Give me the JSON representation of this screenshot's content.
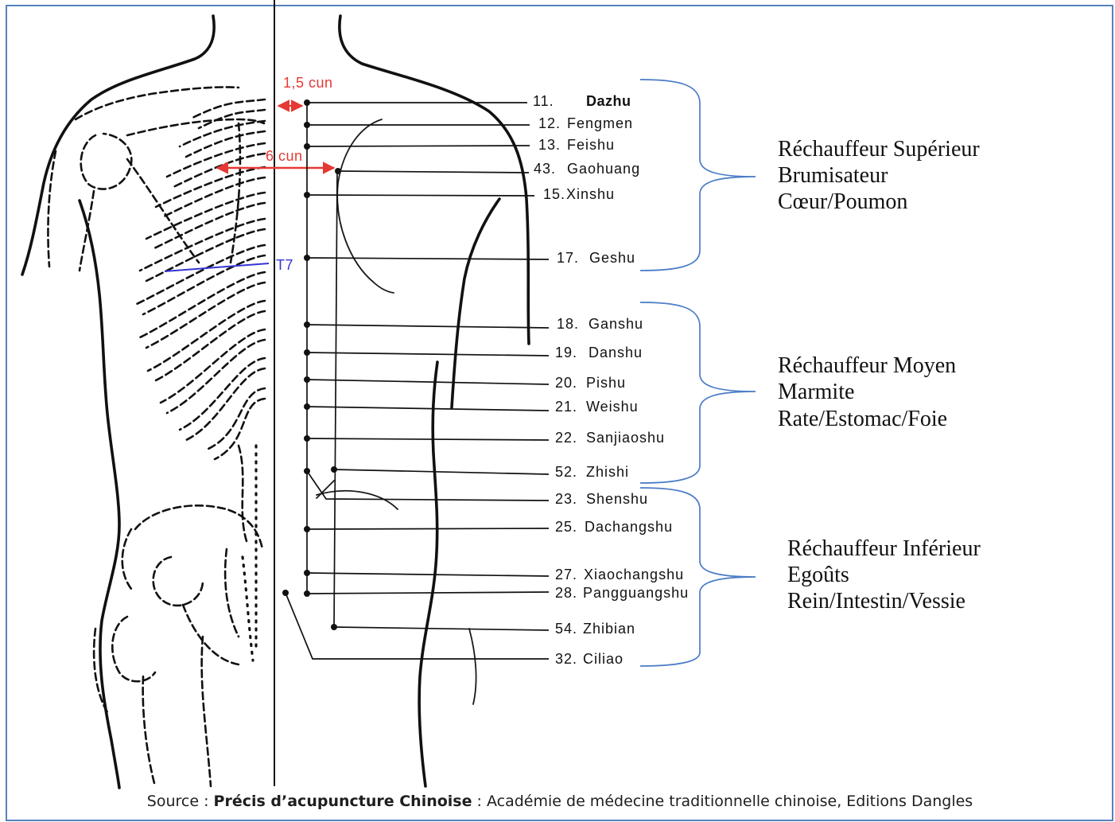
{
  "measures": {
    "upper": "1,5 cun",
    "lower": "6 cun"
  },
  "vertebra": "T7",
  "points": [
    {
      "number": "11.",
      "name": "Dazhu"
    },
    {
      "number": "12.",
      "name": "Fengmen"
    },
    {
      "number": "13.",
      "name": "Feishu"
    },
    {
      "number": "43.",
      "name": "Gaohuang"
    },
    {
      "number": "15.",
      "name": "Xinshu"
    },
    {
      "number": "17.",
      "name": "Geshu"
    },
    {
      "number": "18.",
      "name": "Ganshu"
    },
    {
      "number": "19.",
      "name": "Danshu"
    },
    {
      "number": "20.",
      "name": "Pishu"
    },
    {
      "number": "21.",
      "name": "Weishu"
    },
    {
      "number": "22.",
      "name": "Sanjiaoshu"
    },
    {
      "number": "52.",
      "name": "Zhishi"
    },
    {
      "number": "23.",
      "name": "Shenshu"
    },
    {
      "number": "25.",
      "name": "Dachangshu"
    },
    {
      "number": "27.",
      "name": "Xiaochangshu"
    },
    {
      "number": "28.",
      "name": "Pangguangshu"
    },
    {
      "number": "54.",
      "name": "Zhibian"
    },
    {
      "number": "32.",
      "name": "Ciliao"
    }
  ],
  "groups": [
    {
      "lines": [
        "Réchauffeur Supérieur",
        "Brumisateur",
        "Cœur/Poumon"
      ]
    },
    {
      "lines": [
        "Réchauffeur Moyen",
        "Marmite",
        "Rate/Estomac/Foie"
      ]
    },
    {
      "lines": [
        "Réchauffeur Inférieur",
        "Egoûts",
        "Rein/Intestin/Vessie"
      ]
    }
  ],
  "source": {
    "prefix": "Source : ",
    "title": "Précis d’acupuncture Chinoise",
    "suffix": " : Académie de médecine traditionnelle chinoise, Editions Dangles"
  },
  "colors": {
    "measure": "#e53935",
    "vertebra": "#3535d4",
    "bracket": "#4a7cc7",
    "frame": "#5781bb"
  }
}
